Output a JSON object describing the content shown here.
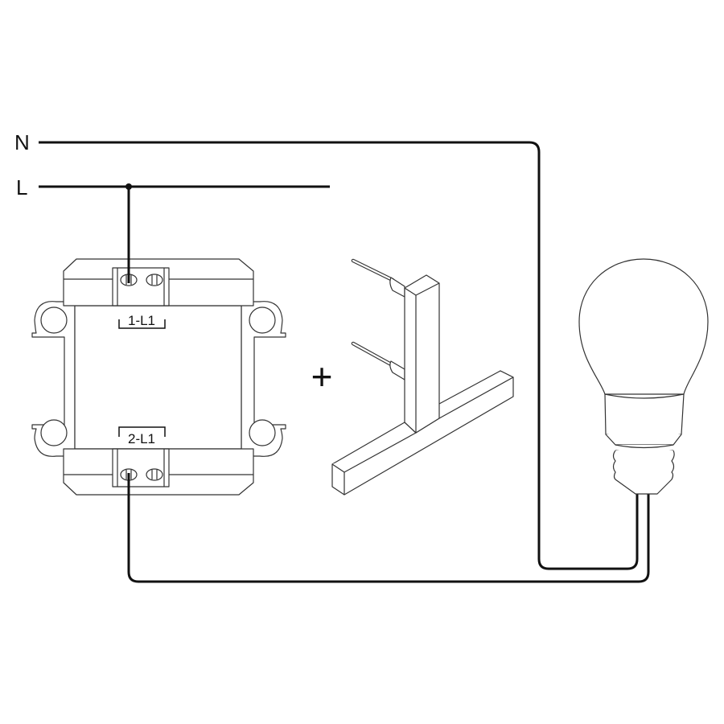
{
  "lines": {
    "neutral": "N",
    "live": "L"
  },
  "switch_module": {
    "terminal_top": "1-L1",
    "terminal_bottom": "2-L1"
  },
  "operator": "+",
  "colors": {
    "wire": "#111111",
    "outline": "#333333",
    "background": "#ffffff"
  }
}
